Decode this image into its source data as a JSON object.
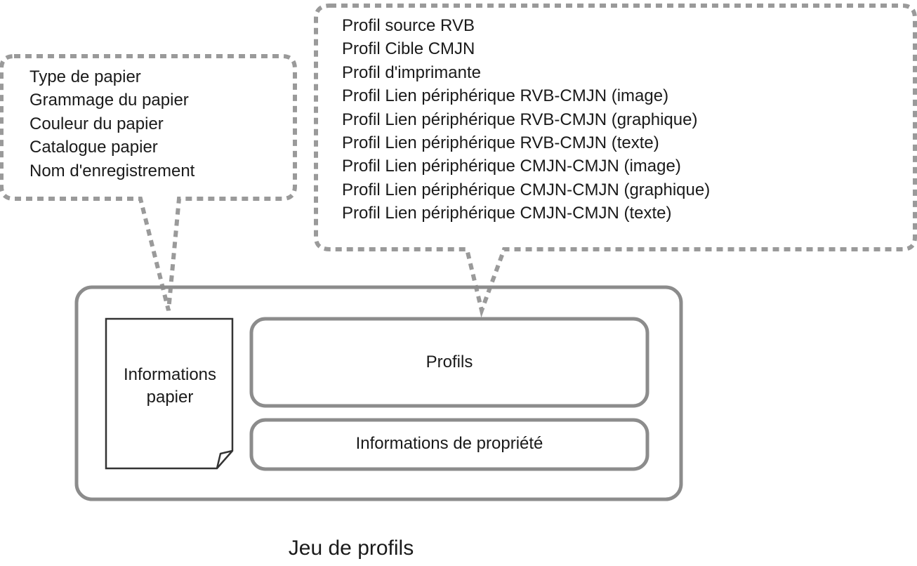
{
  "paper_callout": {
    "items": [
      "Type de papier",
      "Grammage du papier",
      "Couleur du papier",
      "Catalogue papier",
      "Nom d'enregistrement"
    ]
  },
  "profile_callout": {
    "items": [
      "Profil source RVB",
      "Profil Cible CMJN",
      "Profil d'imprimante",
      "Profil Lien périphérique RVB-CMJN (image)",
      "Profil Lien périphérique RVB-CMJN (graphique)",
      "Profil Lien périphérique RVB-CMJN (texte)",
      "Profil Lien périphérique CMJN-CMJN (image)",
      "Profil Lien périphérique CMJN-CMJN (graphique)",
      "Profil Lien périphérique CMJN-CMJN (texte)"
    ]
  },
  "profile_set": {
    "paper_info_label": "Informations papier",
    "profiles_label": "Profils",
    "property_info_label": "Informations de propriété"
  },
  "caption": "Jeu de profils",
  "colors": {
    "outline": "#8c8c8c",
    "dash": "#9a9a9a",
    "document_border": "#333333",
    "text": "#1a1a1a"
  }
}
